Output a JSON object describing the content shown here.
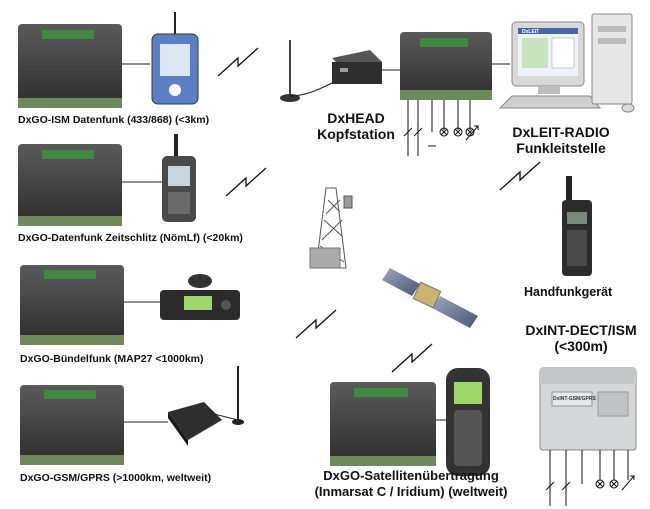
{
  "labels": {
    "ism": "DxGO-ISM Datenfunk (433/868)  (<3km)",
    "zeitschlitz": "DxGO-Datenfunk Zeitschlitz (NömLf) (<20km)",
    "buendelfunk": "DxGO-Bündelfunk (MAP27 <1000km)",
    "gsm": "DxGO-GSM/GPRS (>1000km, weltweit)",
    "head_line1": "DxHEAD",
    "head_line2": "Kopfstation",
    "leit_line1": "DxLEIT-RADIO",
    "leit_line2": "Funkleitstelle",
    "handfunk": "Handfunkgerät",
    "dect_line1": "DxINT-DECT/ISM",
    "dect_line2": "(<300m)",
    "sat_line1": "DxGO-Satellitenübertragung",
    "sat_line2": "(Inmarsat C / Iridium) (weltweit)"
  },
  "device_text": {
    "monitor_brand": "DxLEIT",
    "dect_module_label": "DxINT-GSM/GPRS"
  },
  "colors": {
    "module_body": "#3a3a3a",
    "module_top": "#4b4b4b",
    "terminal_green": "#3f8a3f",
    "radio_blue": "#5b7fc4",
    "screen_green": "#9fd86a"
  }
}
